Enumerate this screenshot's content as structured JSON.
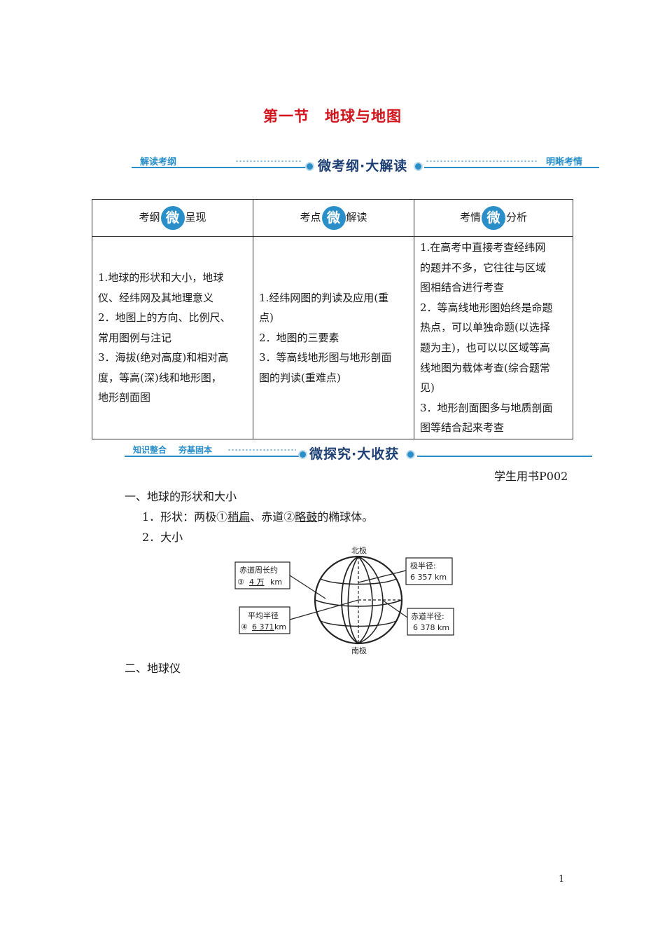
{
  "title": "第一节　地球与地图",
  "banner1": {
    "left": "解读考纲",
    "center": "微考纲·大解读",
    "right": "明晰考情"
  },
  "table": {
    "headers": [
      {
        "before": "考纲",
        "badge": "微",
        "after": "呈现"
      },
      {
        "before": "考点",
        "badge": "微",
        "after": "解读"
      },
      {
        "before": "考情",
        "badge": "微",
        "after": "分析"
      }
    ],
    "col1": [
      "1.地球的形状和大小，地球",
      "仪、经纬网及其地理意义",
      "2．地图上的方向、比例尺、",
      "常用图例与注记",
      "3．海拔(绝对高度)和相对高",
      "度，等高(深)线和地形图，",
      "地形剖面图"
    ],
    "col2": [
      "1.经纬网图的判读及应用(重",
      "点)",
      "2．地图的三要素",
      "3．等高线地形图与地形剖面",
      "图的判读(重难点)"
    ],
    "col3": [
      "1.在高考中直接考查经纬网",
      "的题并不多，它往往与区域",
      "图相结合进行考查",
      "2．等高线地形图始终是命题",
      "热点，可以单独命题(以选择",
      "题为主)，也可以以区域等高",
      "线地图为载体考查(综合题常",
      "见)",
      "3．地形剖面图多与地质剖面",
      "图等结合起来考查"
    ]
  },
  "banner2": {
    "left1": "知识整合",
    "left2": "夯基固本",
    "center": "微探究·大收获"
  },
  "book_ref": "学生用书P002",
  "section1": {
    "heading": "一、地球的形状和大小",
    "shape_prefix": "1．形状：两极①",
    "shape_ans1": "稍扁",
    "shape_mid": "、赤道②",
    "shape_ans2": "略鼓",
    "shape_suffix": "的椭球体。",
    "size_label": "2．大小"
  },
  "diagram": {
    "north_pole": "北极",
    "south_pole": "南极",
    "equator_circ_label": "赤道周长约",
    "equator_circ_num": "③",
    "equator_circ_value": "4 万",
    "equator_circ_unit": "km",
    "avg_radius_label": "平均半径",
    "avg_radius_num": "④",
    "avg_radius_value": "6 371",
    "avg_radius_unit": "km",
    "polar_radius_label": "极半径:",
    "polar_radius_value": "6 357 km",
    "equator_radius_label": "赤道半径:",
    "equator_radius_value": "6 378 km"
  },
  "section2": {
    "heading": "二、地球仪"
  },
  "page_number": "1"
}
